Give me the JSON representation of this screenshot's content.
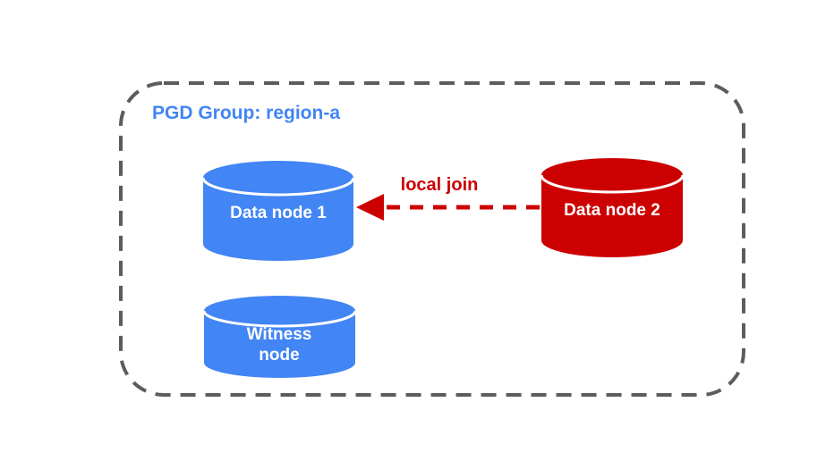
{
  "page": {
    "background": "#ffffff"
  },
  "diagram": {
    "group": {
      "title": "PGD Group: region-a",
      "title_color": "#4285f4",
      "border_color": "#5c5c5c",
      "border_style": "dashed"
    },
    "nodes": [
      {
        "id": "data-node-1",
        "label": "Data node 1",
        "shape": "cylinder",
        "fill": "#4285f4",
        "text_color": "#ffffff"
      },
      {
        "id": "data-node-2",
        "label": "Data node 2",
        "shape": "cylinder",
        "fill": "#cc0000",
        "text_color": "#ffffff"
      },
      {
        "id": "witness-node",
        "label": "Witness node",
        "label_lines": [
          "Witness",
          "node"
        ],
        "shape": "cylinder",
        "fill": "#4285f4",
        "text_color": "#ffffff"
      }
    ],
    "edge": {
      "label": "local join",
      "label_color": "#cc0000",
      "color": "#cc0000",
      "style": "dashed",
      "from": "data-node-2",
      "to": "data-node-1"
    }
  }
}
